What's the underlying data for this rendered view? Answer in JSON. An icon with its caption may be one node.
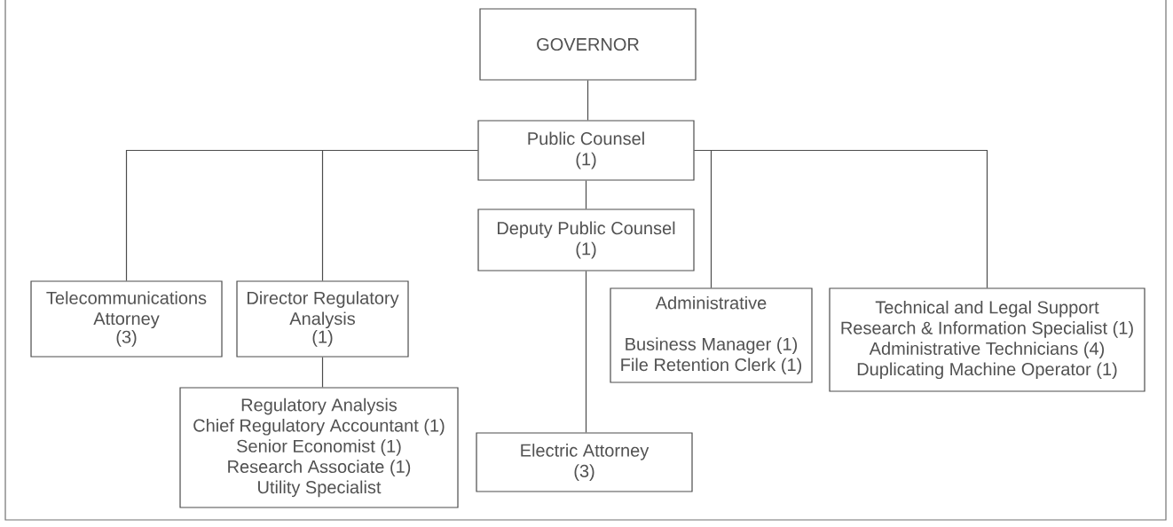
{
  "diagram": {
    "nodes": [
      {
        "text": [
          "GOVERNOR"
        ]
      },
      {
        "text": [
          "Public Counsel",
          "(1)"
        ]
      },
      {
        "text": [
          "Deputy Public Counsel",
          "(1)"
        ]
      },
      {
        "text": [
          "Telecommunications Attorney",
          "(3)"
        ]
      },
      {
        "text": [
          "Director Regulatory Analysis",
          "(1)"
        ]
      },
      {
        "text": [
          "Regulatory Analysis",
          "Chief Regulatory Accountant (1)",
          "Senior Economist (1)",
          "Research Associate (1)",
          "Utility Specialist"
        ]
      },
      {
        "text": [
          "Electric Attorney",
          "(3)"
        ]
      },
      {
        "text": [
          "Administrative",
          "Business Manager (1)",
          "File Retention Clerk (1)"
        ]
      },
      {
        "text": [
          "Technical and Legal Support",
          "Research & Information Specialist (1)",
          "Administrative Technicians (4)",
          "Duplicating Machine Operator (1)"
        ]
      }
    ],
    "edges": [
      {
        "from": 0,
        "to": 1,
        "arrow": "none"
      },
      {
        "from": 1,
        "to": 2,
        "arrow": "none"
      },
      {
        "from": 1,
        "to": 3,
        "arrow": "none"
      },
      {
        "from": 1,
        "to": 4,
        "arrow": "none"
      },
      {
        "from": 1,
        "to": 7,
        "arrow": "none"
      },
      {
        "from": 1,
        "to": 8,
        "arrow": "none"
      },
      {
        "from": 4,
        "to": 5,
        "arrow": "none"
      },
      {
        "from": 2,
        "to": 6,
        "arrow": "none"
      }
    ]
  }
}
